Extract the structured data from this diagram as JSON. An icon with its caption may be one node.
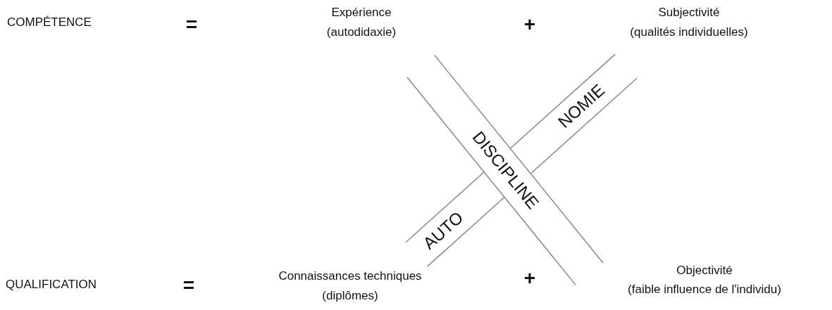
{
  "diagram": {
    "nodes": [
      {
        "text": [
          "AUTO"
        ]
      },
      {
        "text": [
          "DISCIPLINE"
        ]
      },
      {
        "text": [
          "NOMIE"
        ]
      }
    ],
    "labels": [
      "COMPÉTENCE",
      "=",
      "Expérience",
      "(autodidaxie)",
      "+",
      "Subjectivité",
      "(qualités individuelles)",
      "QUALIFICATION",
      "=",
      "Connaissances techniques",
      "(diplômes)",
      "+",
      "Objectivité",
      "(faible influence de l'individu)"
    ]
  }
}
